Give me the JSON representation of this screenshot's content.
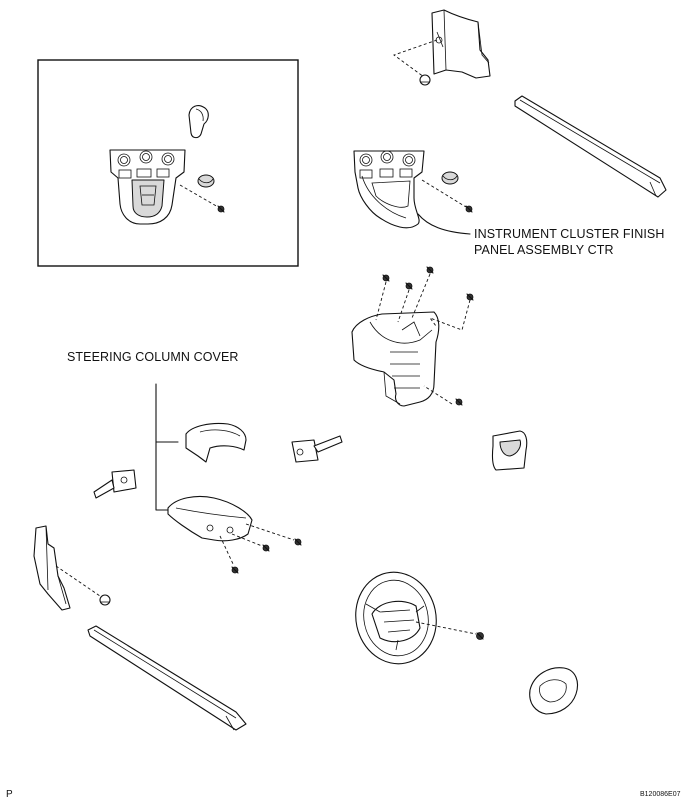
{
  "labels": {
    "instrument_cluster_line1": "INSTRUMENT CLUSTER FINISH",
    "instrument_cluster_line2": "PANEL ASSEMBLY CTR",
    "steering_column_cover": "STEERING COLUMN COVER"
  },
  "footer": {
    "page_marker": "P",
    "figure_id": "B120086E07"
  }
}
